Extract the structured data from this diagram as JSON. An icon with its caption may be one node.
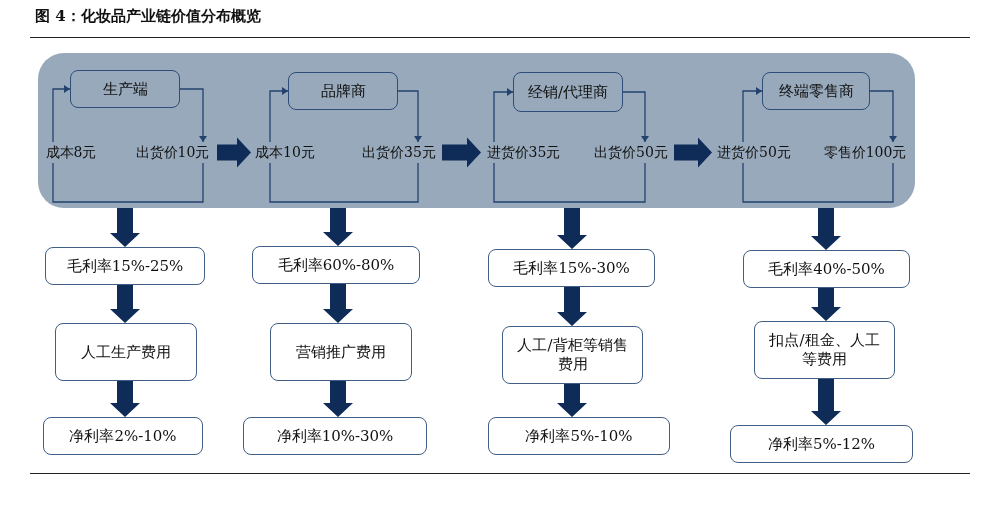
{
  "diagram": {
    "title": "图 4：化妆品产业链价值分布概览",
    "nodes": [
      {
        "text": [],
        "shape": "box"
      },
      {
        "text": [
          "生产端"
        ],
        "in": 0
      },
      {
        "text": [
          "成本8元"
        ],
        "in": 0
      },
      {
        "text": [
          "出货价10元"
        ],
        "in": 0
      },
      {
        "text": [
          "品牌商"
        ],
        "in": 0
      },
      {
        "text": [
          "成本10元"
        ],
        "in": 0
      },
      {
        "text": [
          "出货价35元"
        ],
        "in": 0
      },
      {
        "text": [
          "经销/代理商"
        ],
        "in": 0
      },
      {
        "text": [
          "进货价35元"
        ],
        "in": 0
      },
      {
        "text": [
          "出货价50元"
        ],
        "in": 0
      },
      {
        "text": [
          "终端零售商"
        ],
        "in": 0
      },
      {
        "text": [
          "进货价50元"
        ],
        "in": 0
      },
      {
        "text": [
          "零售价100元"
        ],
        "in": 0
      },
      {
        "text": [
          "毛利率15%-25%"
        ]
      },
      {
        "text": [
          "人工生产费用"
        ]
      },
      {
        "text": [
          "净利率2%-10%"
        ]
      },
      {
        "text": [
          "毛利率60%-80%"
        ]
      },
      {
        "text": [
          "营销推广费用"
        ]
      },
      {
        "text": [
          "净利率10%-30%"
        ]
      },
      {
        "text": [
          "毛利率15%-30%"
        ]
      },
      {
        "text": [
          "人工/背柜等销售费用"
        ]
      },
      {
        "text": [
          "净利率5%-10%"
        ]
      },
      {
        "text": [
          "毛利率40%-50%"
        ]
      },
      {
        "text": [
          "扣点/租金、人工等费用"
        ]
      },
      {
        "text": [
          "净利率5%-12%"
        ]
      }
    ],
    "edges": [
      {
        "from": 2,
        "to": 1,
        "arrow": "to"
      },
      {
        "from": 1,
        "to": 3,
        "arrow": "to"
      },
      {
        "from": 2,
        "to": 3,
        "arrow": "none"
      },
      {
        "from": 5,
        "to": 4,
        "arrow": "to"
      },
      {
        "from": 4,
        "to": 6,
        "arrow": "to"
      },
      {
        "from": 5,
        "to": 6,
        "arrow": "none"
      },
      {
        "from": 8,
        "to": 7,
        "arrow": "to"
      },
      {
        "from": 7,
        "to": 9,
        "arrow": "to"
      },
      {
        "from": 8,
        "to": 9,
        "arrow": "none"
      },
      {
        "from": 11,
        "to": 10,
        "arrow": "to"
      },
      {
        "from": 10,
        "to": 12,
        "arrow": "to"
      },
      {
        "from": 11,
        "to": 12,
        "arrow": "none"
      },
      {
        "from": 3,
        "to": 5,
        "arrow": "to"
      },
      {
        "from": 6,
        "to": 8,
        "arrow": "to"
      },
      {
        "from": 9,
        "to": 11,
        "arrow": "to"
      },
      {
        "from": 0,
        "to": 13,
        "arrow": "to"
      },
      {
        "from": 13,
        "to": 14,
        "arrow": "to"
      },
      {
        "from": 14,
        "to": 15,
        "arrow": "to"
      },
      {
        "from": 0,
        "to": 16,
        "arrow": "to"
      },
      {
        "from": 16,
        "to": 17,
        "arrow": "to"
      },
      {
        "from": 17,
        "to": 18,
        "arrow": "to"
      },
      {
        "from": 0,
        "to": 19,
        "arrow": "to"
      },
      {
        "from": 19,
        "to": 20,
        "arrow": "to"
      },
      {
        "from": 20,
        "to": 21,
        "arrow": "to"
      },
      {
        "from": 0,
        "to": 22,
        "arrow": "to"
      },
      {
        "from": 22,
        "to": 23,
        "arrow": "to"
      },
      {
        "from": 23,
        "to": 24,
        "arrow": "to"
      }
    ]
  }
}
